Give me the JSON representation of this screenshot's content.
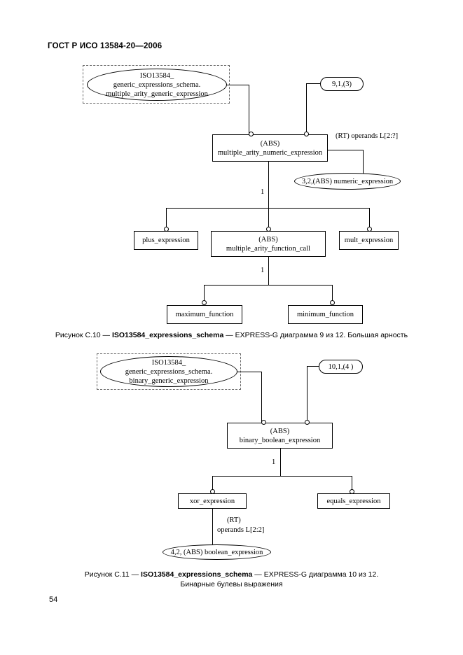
{
  "header": {
    "standard": "ГОСТ Р ИСО 13584-20—2006"
  },
  "page_number": "54",
  "diagrams": [
    {
      "id": "figure-c10",
      "schema_ref": {
        "line1": "ISO13584_",
        "line2": "generic_expressions_schema.",
        "line3": "multiple_arity_generic_expression"
      },
      "page_ref": "9,1,(3)",
      "root": {
        "abs": "(ABS)",
        "name": "multiple_arity_numeric_expression"
      },
      "attribute": "(RT) operands L[2:?]",
      "type_ref": "3,2,(ABS) numeric_expression",
      "supertype_marker_1": "1",
      "subtypes": [
        {
          "name": "plus_expression"
        },
        {
          "abs": "(ABS)",
          "name": "multiple_arity_function_call"
        },
        {
          "name": "mult_expression"
        }
      ],
      "supertype_marker_2": "1",
      "leaves": [
        {
          "name": "maximum_function"
        },
        {
          "name": "minimum_function"
        }
      ],
      "caption": {
        "prefix": "Рисунок С.10 — ",
        "bold": "ISO13584_expressions_schema",
        "suffix": " — EXPRESS-G диаграмма 9 из 12. Большая арность"
      }
    },
    {
      "id": "figure-c11",
      "schema_ref": {
        "line1": "ISO13584_",
        "line2": "generic_expressions_schema.",
        "line3": "binary_generic_expression"
      },
      "page_ref": "10,1,(4 )",
      "root": {
        "abs": "(ABS)",
        "name": "binary_boolean_expression"
      },
      "supertype_marker_1": "1",
      "subtypes": [
        {
          "name": "xor_expression"
        },
        {
          "name": "equals_expression"
        }
      ],
      "attribute_line1": "(RT)",
      "attribute_line2": "operands L[2:2]",
      "type_ref": "4,2, (ABS) boolean_expression",
      "caption": {
        "prefix": "Рисунок С.11 — ",
        "bold": "ISO13584_expressions_schema",
        "suffix": " — EXPRESS-G диаграмма 10 из 12.",
        "line2": "Бинарные булевы выражения"
      }
    }
  ]
}
